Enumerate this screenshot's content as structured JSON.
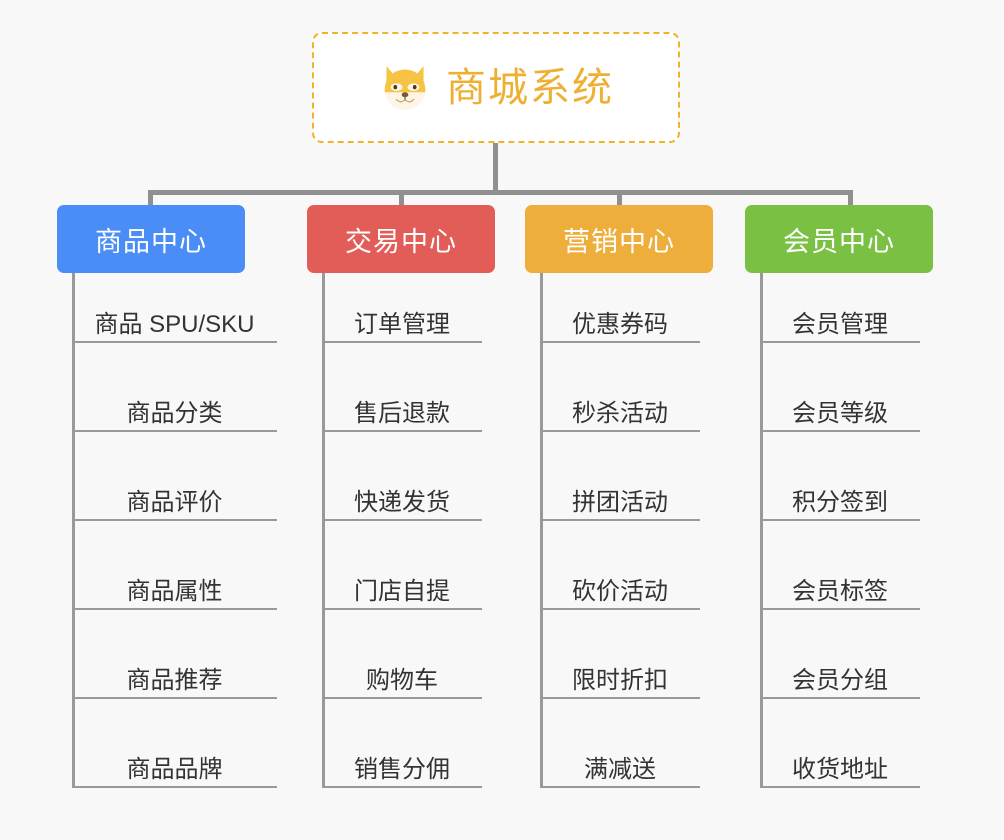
{
  "background_color": "#f8f8f8",
  "root": {
    "title": "商城系统",
    "icon": "shiba-dog-face-icon",
    "border_color": "#f0b429",
    "text_color": "#eeb033",
    "background_color": "#ffffff"
  },
  "connector_color": "#909090",
  "rail_color": "#999999",
  "columns": [
    {
      "id": "product-center",
      "title": "商品中心",
      "color": "#4a8df6",
      "items": [
        "商品 SPU/SKU",
        "商品分类",
        "商品评价",
        "商品属性",
        "商品推荐",
        "商品品牌"
      ]
    },
    {
      "id": "trade-center",
      "title": "交易中心",
      "color": "#e25c58",
      "items": [
        "订单管理",
        "售后退款",
        "快递发货",
        "门店自提",
        "购物车",
        "销售分佣"
      ]
    },
    {
      "id": "marketing-center",
      "title": "营销中心",
      "color": "#eeae3c",
      "items": [
        "优惠券码",
        "秒杀活动",
        "拼团活动",
        "砍价活动",
        "限时折扣",
        "满减送"
      ]
    },
    {
      "id": "member-center",
      "title": "会员中心",
      "color": "#7ac143",
      "items": [
        "会员管理",
        "会员等级",
        "积分签到",
        "会员标签",
        "会员分组",
        "收货地址"
      ]
    }
  ]
}
